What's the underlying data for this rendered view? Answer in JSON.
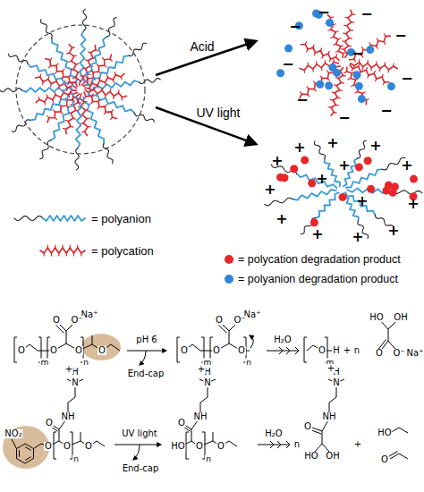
{
  "diagram": {
    "labels": [
      "Acid",
      "UV light",
      "−",
      "−",
      "−",
      "−",
      "−",
      "−",
      "−",
      "−",
      "−",
      "−",
      "+",
      "+",
      "+",
      "+",
      "+",
      "+",
      "+",
      "+",
      "+",
      "+",
      "+",
      "+",
      "+",
      "+",
      "Na⁺",
      "O",
      "O⁻",
      "O",
      "m",
      "O",
      "O",
      "n",
      "O",
      "pH 6",
      "End-cap",
      "Na⁺",
      "O",
      "O⁻",
      "O",
      "m",
      "O",
      "O",
      "n",
      "H₂O",
      "O",
      "m",
      "H",
      "+",
      "n",
      "HO",
      "OH",
      "O",
      "O⁻",
      "Na⁺",
      "NO₂",
      "O",
      "O",
      "NH",
      "H",
      "+",
      "N",
      "O",
      "n",
      "O",
      "UV light",
      "End-cap",
      "HO",
      "O",
      "NH",
      "H",
      "+",
      "N",
      "O",
      "n",
      "O",
      "H₂O",
      "n",
      "O",
      "NH",
      "H",
      "+",
      "N",
      "HO",
      "OH",
      "+",
      "HO",
      "O"
    ],
    "legend": [
      {
        "text": "= polyanion"
      },
      {
        "text": "= polycation"
      },
      {
        "text": "= polycation degradation product",
        "color": "#e8262a"
      },
      {
        "text": "= polyanion degradation product",
        "color": "#2f86d8"
      }
    ]
  }
}
